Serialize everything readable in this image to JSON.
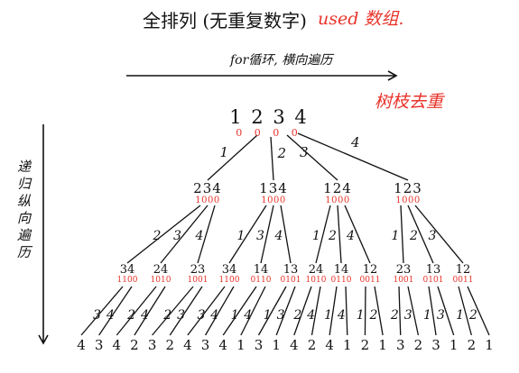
{
  "title": "全排列 (无重复数字)",
  "used_note": "used 数组.",
  "horizontal_note": "for循环, 横向遍历",
  "tree_note": "树枝去重",
  "vertical_note": [
    "递",
    "归",
    "纵",
    "向",
    "遍",
    "历"
  ],
  "colors": {
    "ink": "#111111",
    "accent": "#e8332a"
  },
  "root": {
    "label": "1 2 3 4",
    "used": "0 0 0 0"
  },
  "level1": [
    {
      "label": "234",
      "used": "1000",
      "edge": "1"
    },
    {
      "label": "134",
      "used": "1000",
      "edge": "2"
    },
    {
      "label": "124",
      "used": "1000",
      "edge": "3"
    },
    {
      "label": "123",
      "used": "1000",
      "edge": "4"
    }
  ],
  "level2": [
    {
      "label": "34",
      "used": "1100",
      "edge": "2"
    },
    {
      "label": "24",
      "used": "1010",
      "edge": "3"
    },
    {
      "label": "23",
      "used": "1001",
      "edge": "4"
    },
    {
      "label": "34",
      "used": "1100",
      "edge": "1"
    },
    {
      "label": "14",
      "used": "0110",
      "edge": "3"
    },
    {
      "label": "13",
      "used": "0101",
      "edge": "4"
    },
    {
      "label": "24",
      "used": "1010",
      "edge": "1"
    },
    {
      "label": "14",
      "used": "0110",
      "edge": "2"
    },
    {
      "label": "12",
      "used": "0011",
      "edge": "4"
    },
    {
      "label": "23",
      "used": "1001",
      "edge": "1"
    },
    {
      "label": "13",
      "used": "0101",
      "edge": "2"
    },
    {
      "label": "12",
      "used": "0011",
      "edge": "3"
    }
  ],
  "level3_edges": [
    "3",
    "4",
    "2",
    "4",
    "2",
    "3",
    "3",
    "4",
    "1",
    "4",
    "1",
    "3",
    "2",
    "4",
    "1",
    "4",
    "1",
    "2",
    "2",
    "3",
    "1",
    "3",
    "1",
    "2"
  ],
  "leaves": [
    "4",
    "3",
    "4",
    "2",
    "3",
    "2",
    "4",
    "3",
    "4",
    "1",
    "3",
    "1",
    "4",
    "2",
    "4",
    "1",
    "2",
    "1",
    "3",
    "2",
    "3",
    "1",
    "2",
    "1"
  ]
}
